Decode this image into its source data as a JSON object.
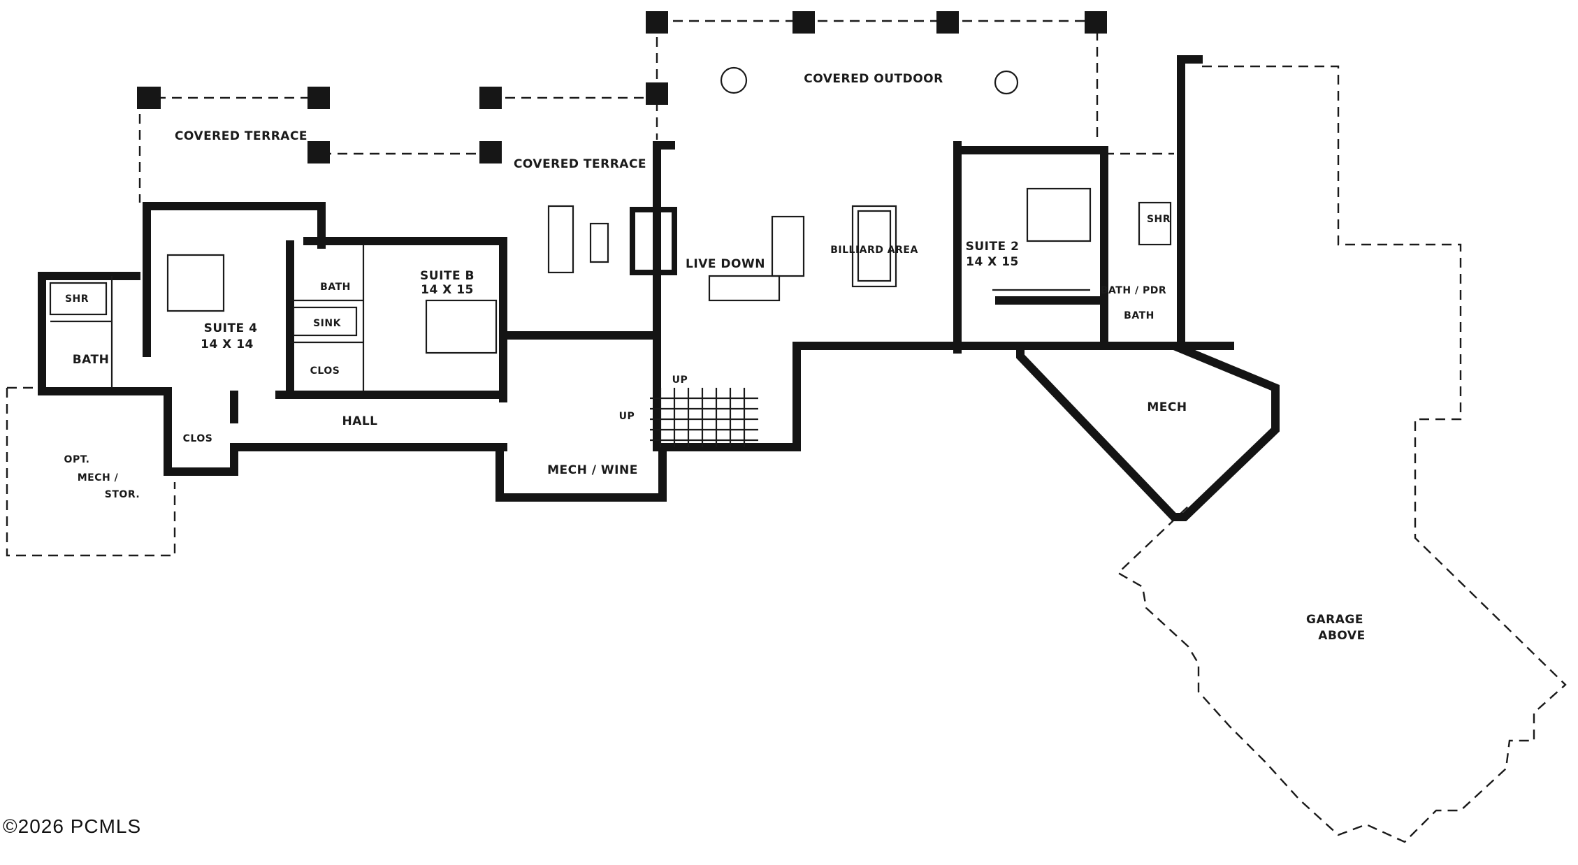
{
  "plan": {
    "labels": {
      "covered_terrace_west": "COVERED TERRACE",
      "covered_outdoor": "COVERED OUTDOOR",
      "covered_terrace_center": "COVERED TERRACE",
      "suite_4": "SUITE 4",
      "suite_4_size": "14 X 14",
      "suite_b": "SUITE B",
      "suite_b_size": "14 X 15",
      "suite_east": "SUITE 2",
      "suite_east_size": "14 X 15",
      "bath_west": "BATH",
      "shr_west": "SHR",
      "bath_mid": "BATH",
      "sink": "SINK",
      "clos_mid": "CLOS",
      "clos_west": "CLOS",
      "hall": "HALL",
      "live_down": "LIVE DOWN",
      "billiards": "BILLIARD AREA",
      "up_1": "UP",
      "up_2": "UP",
      "mech_wine": "MECH / WINE",
      "mech": "MECH",
      "bath_pdr": "BATH / PDR",
      "bath_pdr_2": "BATH",
      "shr_east": "SHR",
      "opt_mech": "OPT.",
      "opt_mech_2": "MECH /",
      "opt_mech_3": "STOR.",
      "garage": "GARAGE",
      "garage_2": "ABOVE"
    },
    "copyright": "©2026 PCMLS"
  }
}
